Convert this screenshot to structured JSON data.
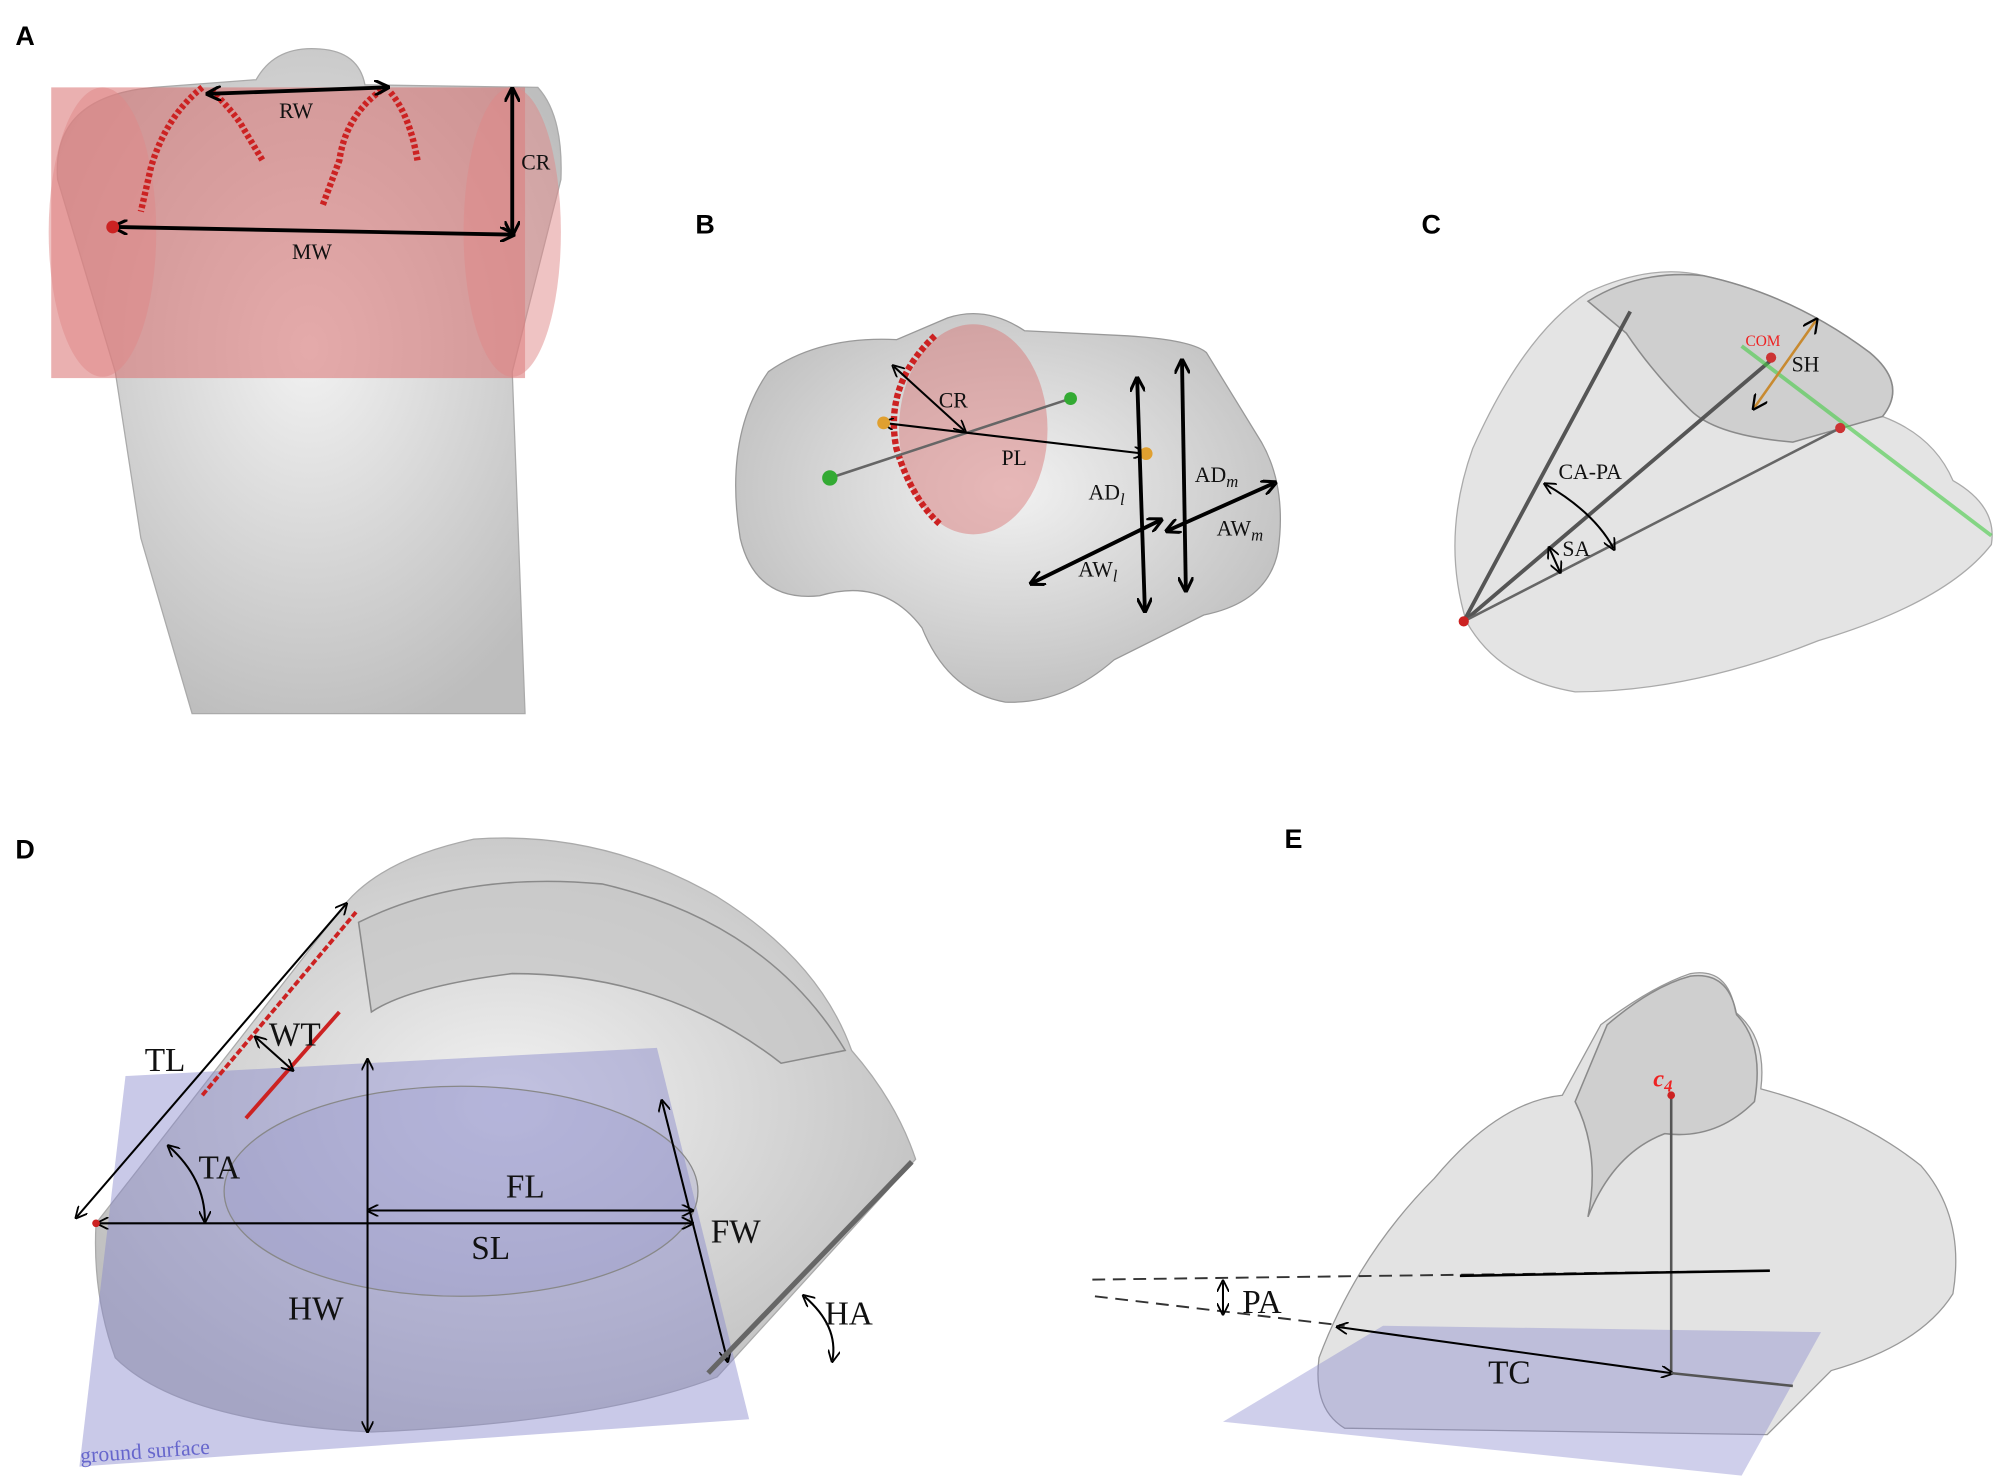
{
  "panels": {
    "A": {
      "label": "A",
      "measures": {
        "rw": "RW",
        "cr": "CR",
        "mw": "MW"
      }
    },
    "B": {
      "label": "B",
      "measures": {
        "cr": "CR",
        "pl": "PL",
        "adl": "AD",
        "adl_sub": "l",
        "adm": "AD",
        "adm_sub": "m",
        "awl": "AW",
        "awl_sub": "l",
        "awm": "AW",
        "awm_sub": "m"
      }
    },
    "C": {
      "label": "C",
      "measures": {
        "com": "COM",
        "sh": "SH",
        "capa": "CA-PA",
        "sa": "SA"
      }
    },
    "D": {
      "label": "D",
      "measures": {
        "tl": "TL",
        "wt": "WT",
        "ta": "TA",
        "fl": "FL",
        "sl": "SL",
        "fw": "FW",
        "hw": "HW",
        "ha": "HA",
        "ground": "ground surface"
      }
    },
    "E": {
      "label": "E",
      "measures": {
        "c4": "c",
        "c4_sub": "4",
        "pa": "PA",
        "tc": "TC"
      }
    }
  },
  "colors": {
    "landmark_red": "#cc2222",
    "cylinder_red": "#d97070",
    "ground_blue": "#8888cc",
    "com_red": "#ee2222",
    "green_axis": "#44cc44",
    "orange_point": "#e0a030"
  }
}
